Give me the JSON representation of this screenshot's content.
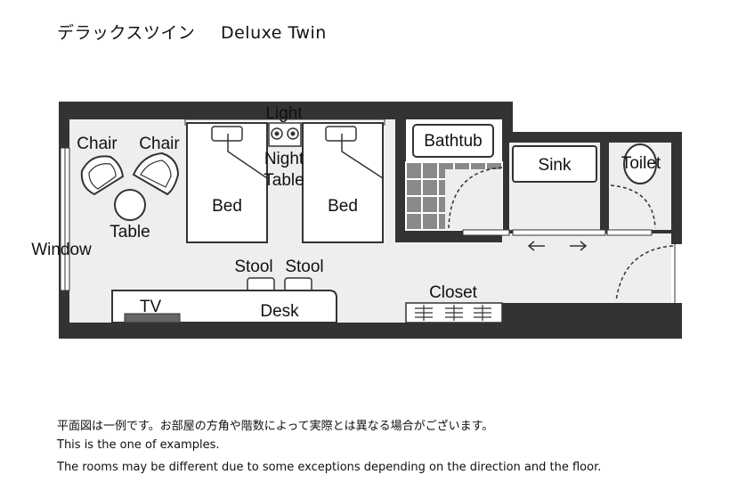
{
  "header": {
    "title_ja": "デラックスツイン",
    "title_en": "Deluxe Twin"
  },
  "labels": {
    "light": "Light",
    "chair_left": "Chair",
    "chair_right": "Chair",
    "night_table_line1": "Night",
    "night_table_line2": "Table",
    "bed_left": "Bed",
    "bed_right": "Bed",
    "table": "Table",
    "window": "Window",
    "bathtub": "Bathtub",
    "sink": "Sink",
    "toilet": "Toilet",
    "stool_left": "Stool",
    "stool_right": "Stool",
    "closet": "Closet",
    "tv": "TV",
    "desk": "Desk"
  },
  "notes": {
    "line1": "平面図は一例です。お部屋の方角や階数によって実際とは異なる場合がございます。",
    "line2": "This is the one of examples.",
    "line3": "The rooms may be different due to some exceptions depending on the direction and the floor."
  },
  "colors": {
    "wall": "#333333",
    "floor": "#eeeeee",
    "tile": "#8a8a8a",
    "tv": "#666666"
  }
}
